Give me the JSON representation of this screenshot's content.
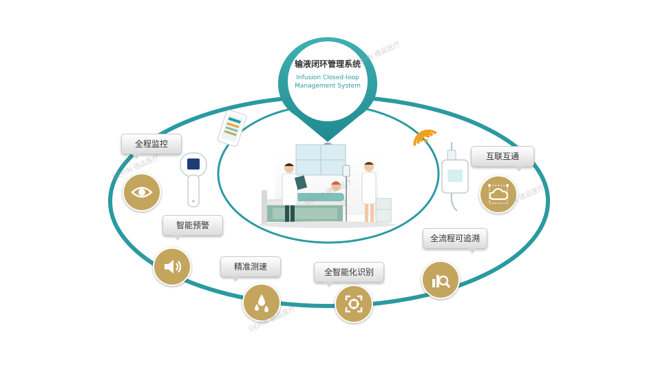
{
  "system": {
    "title": "输液闭环管理系统",
    "subtitle_line1": "Infusion Closed-loop",
    "subtitle_line2": "Management System"
  },
  "features": [
    {
      "label": "全程监控",
      "icon": "eye-icon"
    },
    {
      "label": "智能预警",
      "icon": "speaker-icon"
    },
    {
      "label": "精准测速",
      "icon": "droplets-icon"
    },
    {
      "label": "全智能化识别",
      "icon": "scan-target-icon"
    },
    {
      "label": "全流程可追溯",
      "icon": "search-chart-icon"
    },
    {
      "label": "互联互通",
      "icon": "cloud-network-icon"
    }
  ],
  "watermark": "DEPIN 德品医疗",
  "colors": {
    "ring": "#2b9aa0",
    "accent_gold": "#c4a55e",
    "wifi": "#f0a020"
  }
}
